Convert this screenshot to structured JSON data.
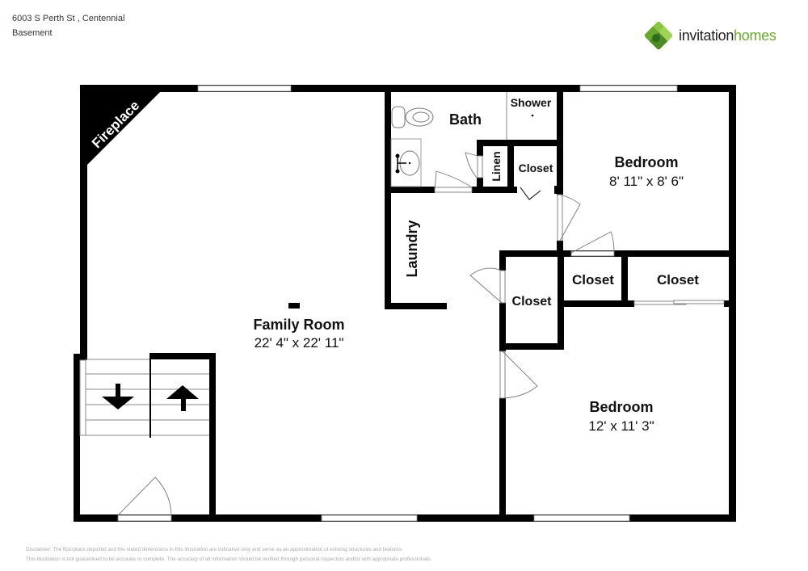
{
  "header": {
    "address": "6003 S Perth St , Centennial",
    "floor": "Basement"
  },
  "logo": {
    "word1": "invitation",
    "word2": "homes",
    "brand_color": "#6aa72e",
    "icon": "invitation-homes-logo-icon"
  },
  "rooms": {
    "fireplace": "Fireplace",
    "bath": "Bath",
    "shower": "Shower",
    "linen": "Linen",
    "closet_hall": "Closet",
    "laundry": "Laundry",
    "bedroom1": {
      "name": "Bedroom",
      "dims": "8' 11\" x 8' 6\""
    },
    "closet_a": "Closet",
    "closet_b": "Closet",
    "closet_c": "Closet",
    "family_room": {
      "name": "Family Room",
      "dims": "22' 4\" x 22' 11\""
    },
    "bedroom2": {
      "name": "Bedroom",
      "dims": "12' x 11' 3\""
    }
  },
  "stairs": {
    "down_icon": "arrow-down-icon",
    "up_icon": "arrow-up-icon"
  },
  "disclaimer": {
    "line1": "Disclaimer: The floorplans depicted and the stated dimensions in this illustration are indicative only and serve as an approximation of existing structures and features.",
    "line2": "This illustration is not guaranteed to be accurate or complete. The accuracy of all information should be verified through personal inspection and/or with appropriate professionals."
  },
  "colors": {
    "wall": "#000000",
    "window": "#ffffff",
    "fixture_line": "#888888"
  }
}
